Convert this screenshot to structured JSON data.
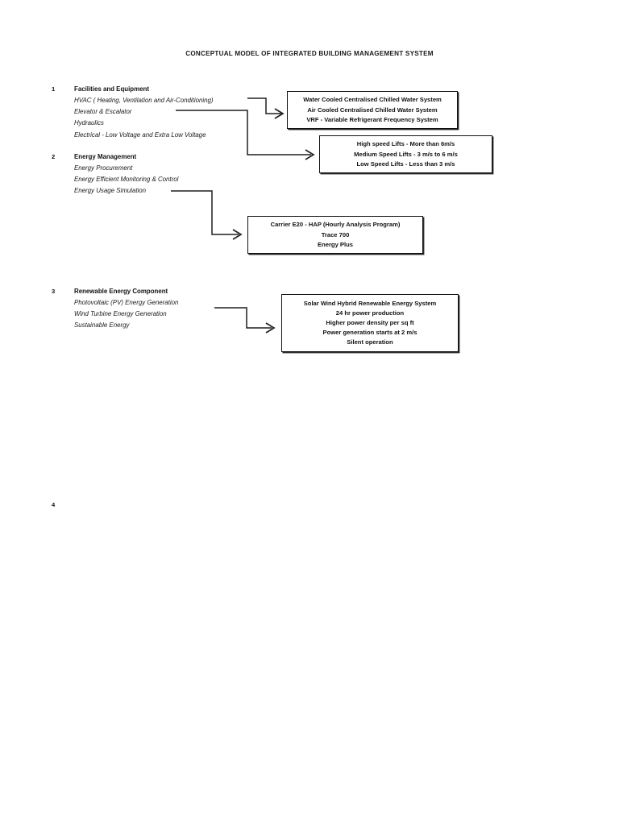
{
  "document": {
    "title": "CONCEPTUAL MODEL OF INTEGRATED BUILDING MANAGEMENT SYSTEM"
  },
  "sections": [
    {
      "number": "1",
      "heading": "Facilities and Equipment",
      "items": [
        "HVAC ( Heating, Ventilation and Air-Conditioning)",
        "Elevator & Escalator",
        "Hydraulics",
        "Electrical - Low Voltage and Extra Low Voltage"
      ]
    },
    {
      "number": "2",
      "heading": "Energy Management",
      "items": [
        "Energy Procurement",
        "Energy Efficient Monitoring & Control",
        "Energy Usage Simulation"
      ]
    },
    {
      "number": "3",
      "heading": "Renewable Energy Component",
      "items": [
        "Photovoltaic (PV) Energy Generation",
        "Wind Turbine Energy Generation",
        "Sustainable Energy"
      ]
    },
    {
      "number": "4",
      "heading": "",
      "items": []
    }
  ],
  "boxes": {
    "hvac": {
      "lines": [
        "Water Cooled Centralised Chilled Water System",
        "Air Cooled Centralised Chilled Water System",
        "VRF - Variable Refrigerant Frequency System"
      ]
    },
    "lifts": {
      "lines": [
        "High speed Lifts - More than 6m/s",
        "Medium Speed Lifts - 3 m/s to 6 m/s",
        "Low Speed Lifts - Less than 3 m/s"
      ]
    },
    "software": {
      "lines": [
        "Carrier E20 - HAP (Hourly Analysis Program)",
        "Trace 700",
        "Energy Plus"
      ]
    },
    "renewable": {
      "lines": [
        "Solar Wind Hybrid Renewable Energy System",
        "24 hr power production",
        "Higher power density per sq ft",
        "Power generation starts at 2 m/s",
        "Silent operation"
      ]
    }
  },
  "style": {
    "ink": "#111111",
    "line": "#1f1f1f",
    "paper": "#ffffff"
  }
}
